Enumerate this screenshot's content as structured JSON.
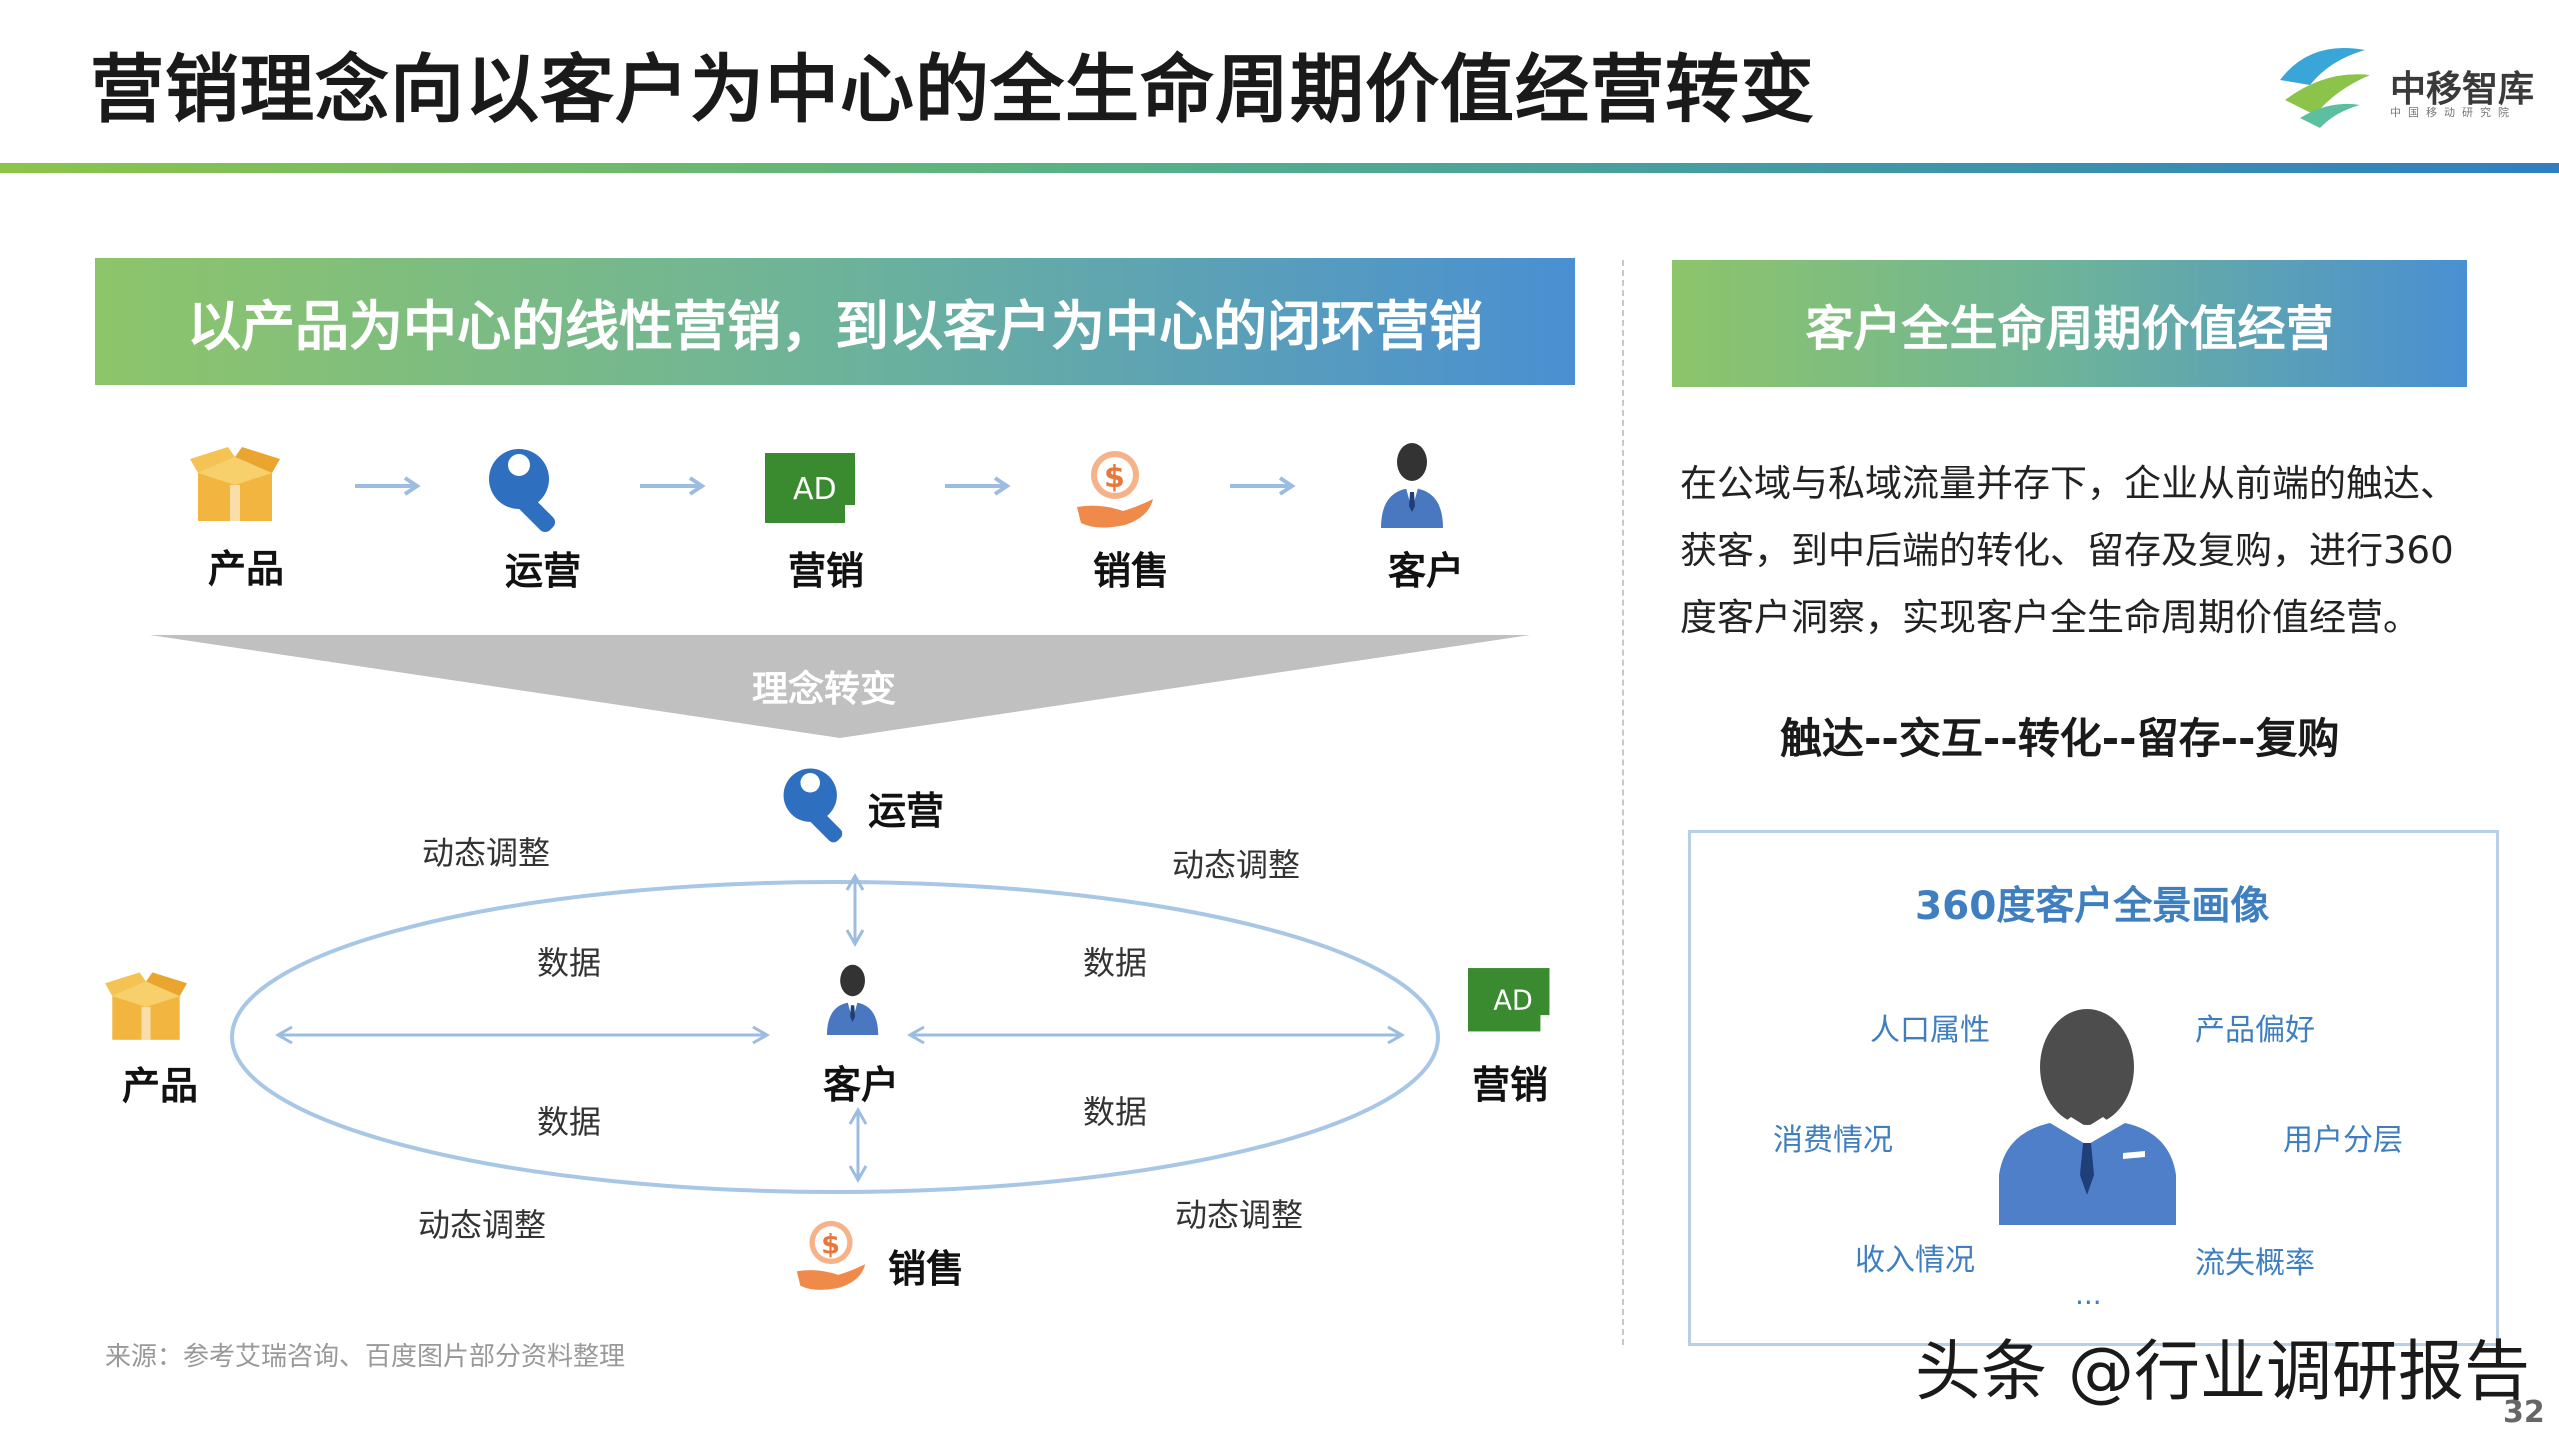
{
  "title": "营销理念向以客户为中心的全生命周期价值经营转变",
  "logo": {
    "name": "中移智库",
    "sub": "中国移动研究院"
  },
  "left": {
    "banner": "以产品为中心的线性营销，到以客户为中心的闭环营销",
    "linear_steps": [
      "产品",
      "运营",
      "营销",
      "销售",
      "客户"
    ],
    "funnel_label": "理念转变",
    "cycle": {
      "top": "运营",
      "center": "客户",
      "left": "产品",
      "right": "营销",
      "bottom": "销售",
      "adjust_label": "动态调整",
      "data_label": "数据"
    },
    "ad_text": "AD"
  },
  "right": {
    "banner": "客户全生命周期价值经营",
    "paragraph": "在公域与私域流量并存下，企业从前端的触达、获客，到中后端的转化、留存及复购，进行360度客户洞察，实现客户全生命周期价值经营。",
    "chain": "触达--交互--转化--留存--复购",
    "portrait": {
      "title": "360度客户全景画像",
      "tags": [
        "人口属性",
        "产品偏好",
        "消费情况",
        "用户分层",
        "收入情况",
        "流失概率"
      ],
      "ellipsis": "..."
    }
  },
  "source": "来源：参考艾瑞咨询、百度图片部分资料整理",
  "watermark": "头条 @行业调研报告",
  "page_number": "32",
  "colors": {
    "accent_blue": "#3f7fc0",
    "accent_green": "#8cc34a",
    "arrow": "#9dbde0"
  }
}
